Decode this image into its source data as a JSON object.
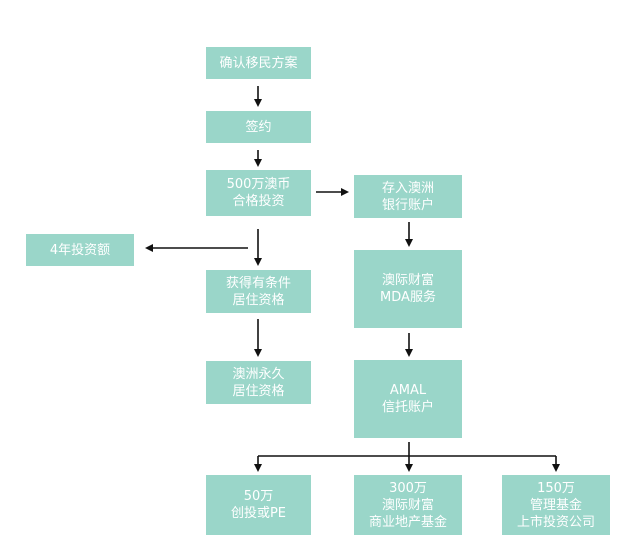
{
  "nodes": {
    "confirm": "确认移民方案",
    "sign": "签约",
    "invest": "500万澳币\n合格投资",
    "four_year": "4年投资额",
    "deposit": "存入澳洲\n银行账户",
    "conditional": "获得有条件\n居住资格",
    "mda": "澳际财富\nMDA服务",
    "permanent": "澳洲永久\n居住资格",
    "amal": "AMAL\n信托账户",
    "vc": "50万\n创投或PE",
    "realestate": "300万\n澳际财富\n商业地产基金",
    "fund": "150万\n管理基金\n上市投资公司"
  },
  "colors": {
    "node_fill": "#9ad6c9",
    "node_text": "#ffffff",
    "arrow": "#111111"
  }
}
